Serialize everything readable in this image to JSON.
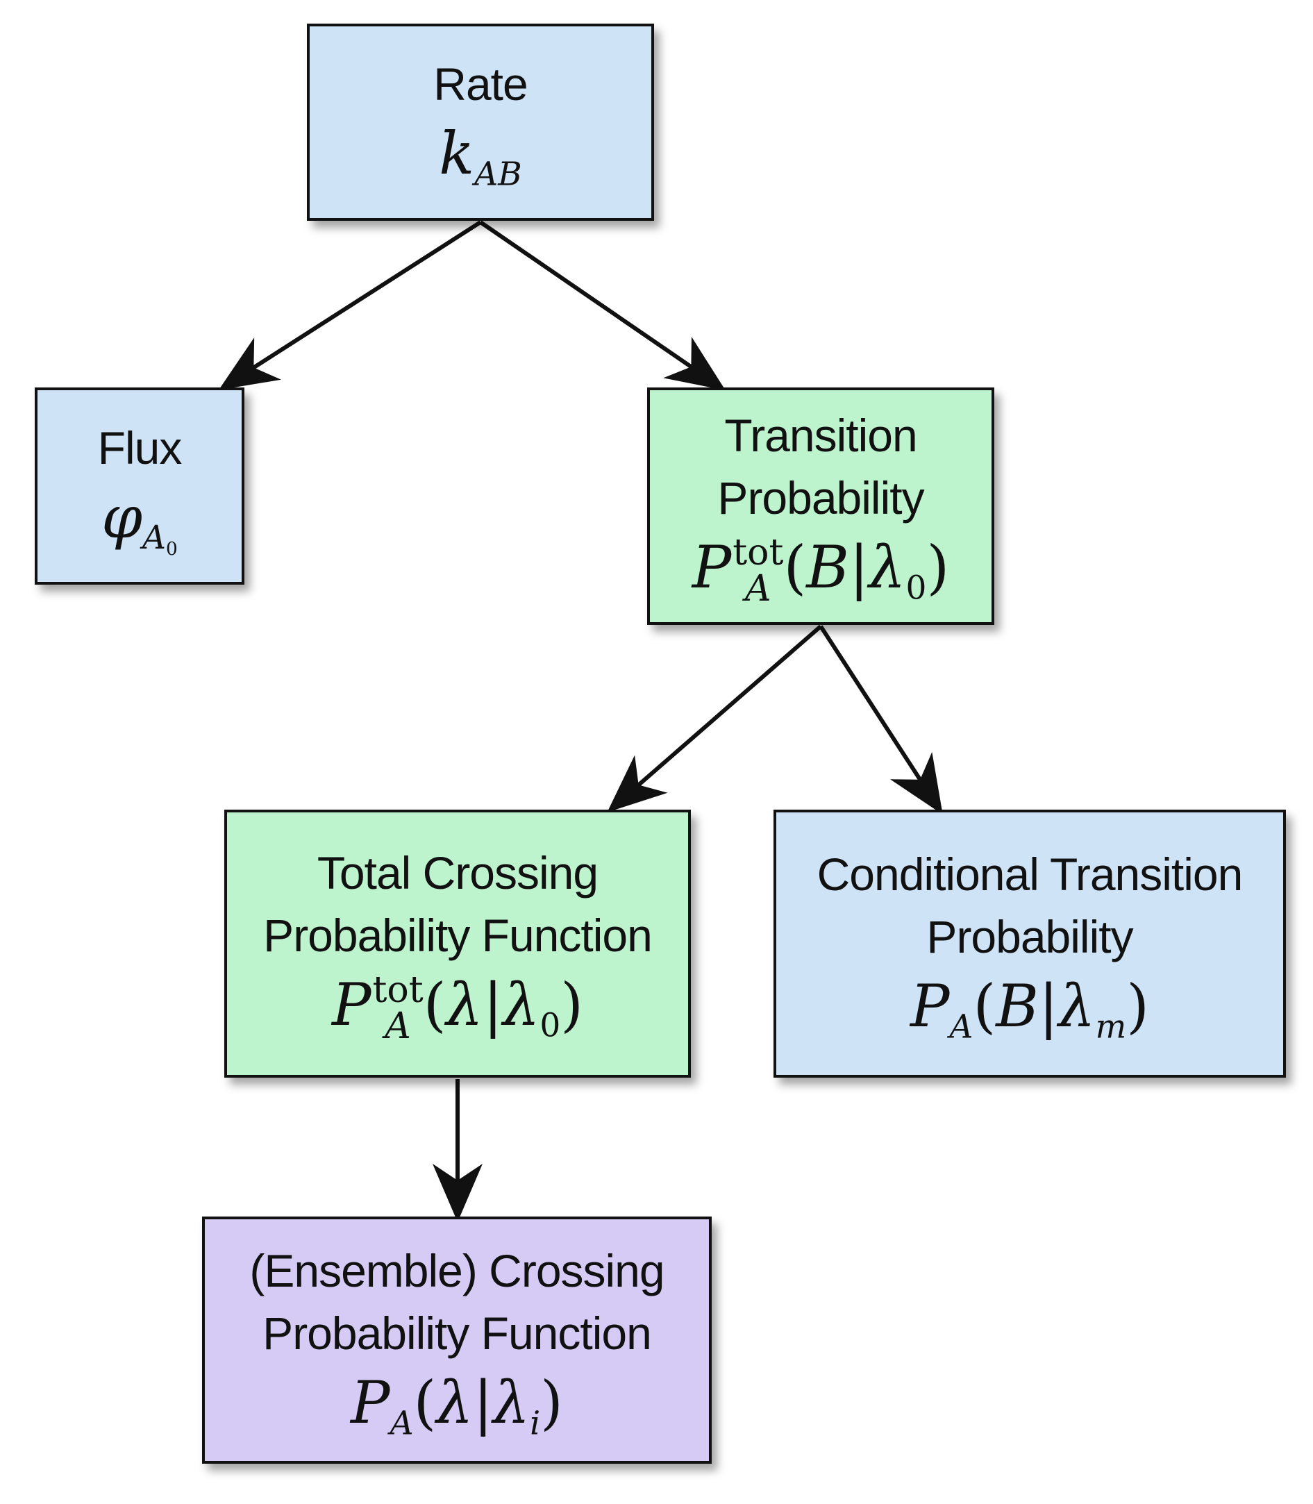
{
  "nodes": {
    "rate": {
      "label": "Rate",
      "symbol": "k",
      "symbol_sub": "AB"
    },
    "flux": {
      "label": "Flux",
      "symbol": "φ",
      "symbol_sub": "A",
      "symbol_sub_index": "0"
    },
    "transition_probability": {
      "label_line1": "Transition",
      "label_line2": "Probability",
      "symbol": "P",
      "symbol_sup": "tot",
      "symbol_sub": "A",
      "args_open": "(",
      "args_main": "B",
      "args_bar": "|",
      "args_lambda": "λ",
      "args_index": "0",
      "args_close": ")"
    },
    "total_crossing": {
      "label_line1": "Total Crossing",
      "label_line2": "Probability Function",
      "symbol": "P",
      "symbol_sup": "tot",
      "symbol_sub": "A",
      "args_open": "(",
      "args_main": "λ",
      "args_bar": "|",
      "args_lambda": "λ",
      "args_index": "0",
      "args_close": ")"
    },
    "conditional_transition": {
      "label_line1": "Conditional Transition",
      "label_line2": "Probability",
      "symbol": "P",
      "symbol_sub": "A",
      "args_open": "(",
      "args_main": "B",
      "args_bar": "|",
      "args_lambda": "λ",
      "args_index": "m",
      "args_close": ")"
    },
    "ensemble_crossing": {
      "label_line1": "(Ensemble) Crossing",
      "label_line2": "Probability Function",
      "symbol": "P",
      "symbol_sub": "A",
      "args_open": "(",
      "args_main": "λ",
      "args_bar": "|",
      "args_lambda": "λ",
      "args_index": "i",
      "args_close": ")"
    }
  },
  "edges": [
    {
      "from": "rate",
      "to": "flux"
    },
    {
      "from": "rate",
      "to": "transition_probability"
    },
    {
      "from": "transition_probability",
      "to": "total_crossing"
    },
    {
      "from": "transition_probability",
      "to": "conditional_transition"
    },
    {
      "from": "total_crossing",
      "to": "ensemble_crossing"
    }
  ],
  "colors": {
    "blue_box": "#cfe3f7",
    "green_box": "#bdf3cd",
    "purple_box": "#d6cbf5",
    "stroke": "#111111"
  }
}
